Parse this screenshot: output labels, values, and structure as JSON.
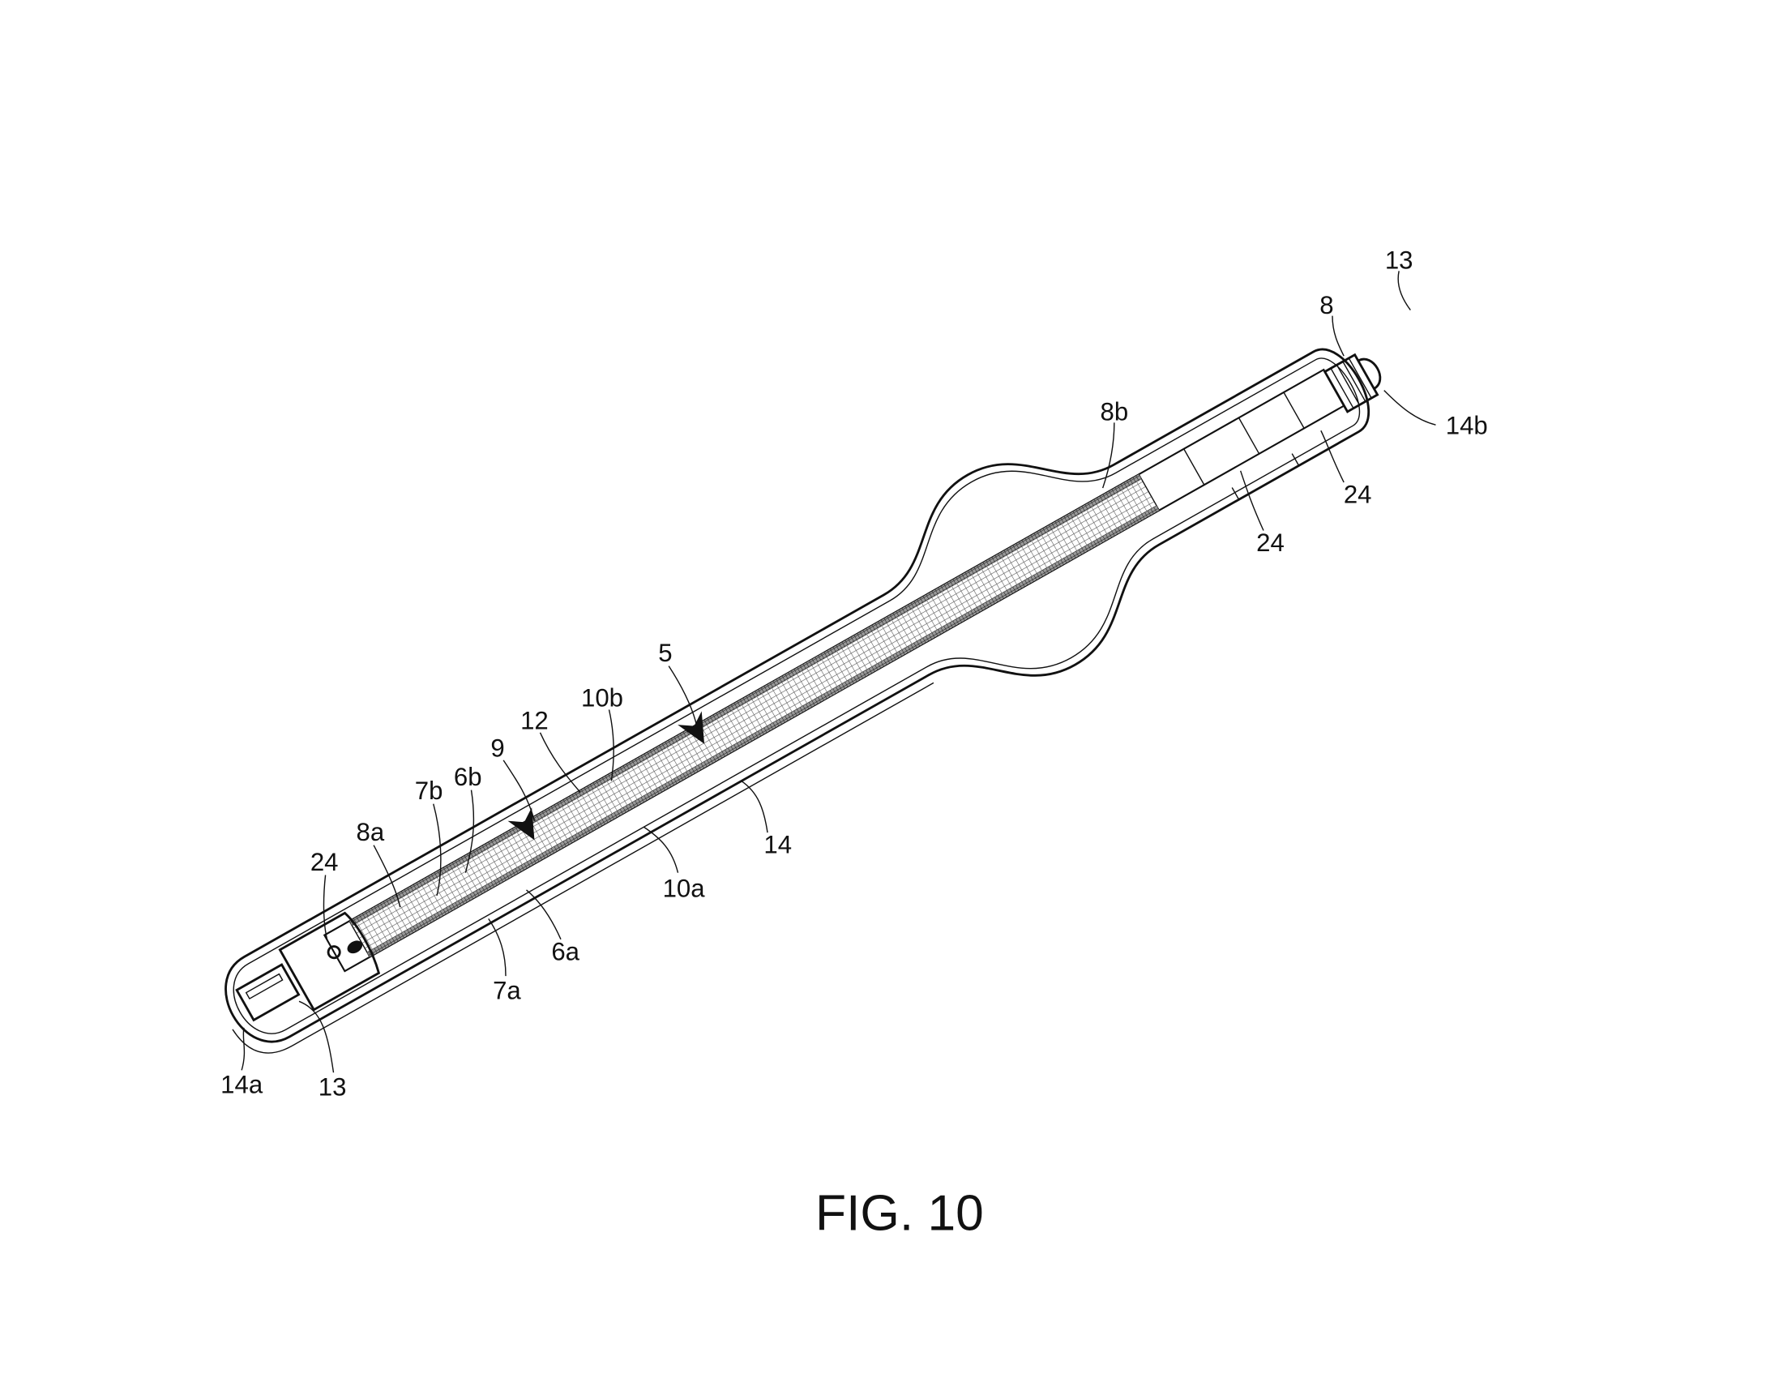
{
  "figure": {
    "caption": "FIG. 10",
    "labels": {
      "l13_top": "13",
      "l8": "8",
      "l14b": "14b",
      "l8b": "8b",
      "l24_right1": "24",
      "l24_right2": "24",
      "l5": "5",
      "l10b": "10b",
      "l12": "12",
      "l9": "9",
      "l6b": "6b",
      "l7b": "7b",
      "l8a": "8a",
      "l24_left": "24",
      "l14": "14",
      "l10a": "10a",
      "l6a": "6a",
      "l7a": "7a",
      "l14a": "14a",
      "l13_bottom": "13"
    }
  }
}
